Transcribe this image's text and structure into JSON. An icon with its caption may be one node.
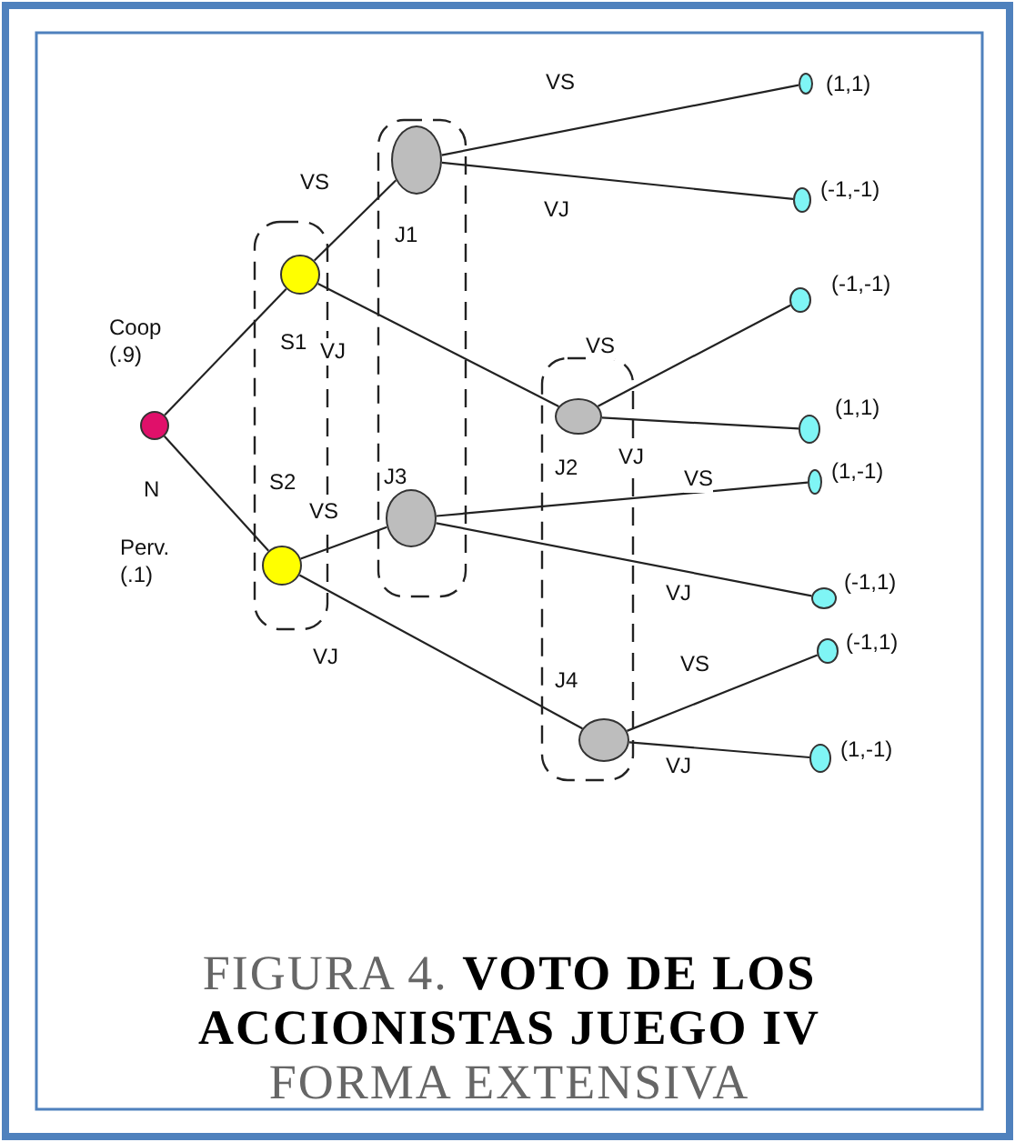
{
  "diagram": {
    "caption": "FIGURA 4. **VOTO DE LOS ACCIONISTAS JUEGO IV** FORMA EXTENSIVA",
    "nodes": [
      {
        "text": [],
        "shape": "circle",
        "beside": [
          "N"
        ]
      },
      {
        "text": [],
        "shape": "circle",
        "beside": [
          "S1"
        ]
      },
      {
        "text": [],
        "shape": "circle",
        "beside": [
          "S2"
        ]
      },
      {
        "text": [],
        "shape": "circle",
        "beside": [
          "J1"
        ]
      },
      {
        "text": [],
        "shape": "circle",
        "beside": [
          "J2"
        ]
      },
      {
        "text": [],
        "shape": "circle",
        "beside": [
          "J3"
        ]
      },
      {
        "text": [],
        "shape": "circle",
        "beside": [
          "J4"
        ]
      },
      {
        "text": [],
        "shape": "circle",
        "beside": [
          "(1,1)"
        ]
      },
      {
        "text": [],
        "shape": "circle",
        "beside": [
          "(-1,-1)"
        ]
      },
      {
        "text": [],
        "shape": "circle",
        "beside": [
          "(-1,-1)"
        ]
      },
      {
        "text": [],
        "shape": "circle",
        "beside": [
          "(1,1)"
        ]
      },
      {
        "text": [],
        "shape": "circle",
        "beside": [
          "(1,-1)"
        ]
      },
      {
        "text": [],
        "shape": "circle",
        "beside": [
          "(-1,1)"
        ]
      },
      {
        "text": [],
        "shape": "circle",
        "beside": [
          "(-1,1)"
        ]
      },
      {
        "text": [],
        "shape": "circle",
        "beside": [
          "(1,-1)"
        ]
      }
    ],
    "edges": [
      {
        "from": 0,
        "to": 1,
        "arrow": "none",
        "label": "Coop (.9)"
      },
      {
        "from": 0,
        "to": 2,
        "arrow": "none",
        "label": "Perv. (.1)"
      },
      {
        "from": 1,
        "to": 3,
        "arrow": "none",
        "label": "VS"
      },
      {
        "from": 1,
        "to": 4,
        "arrow": "none",
        "label": "VJ"
      },
      {
        "from": 2,
        "to": 5,
        "arrow": "none",
        "label": "VS"
      },
      {
        "from": 2,
        "to": 6,
        "arrow": "none",
        "label": "VJ"
      },
      {
        "from": 3,
        "to": 7,
        "arrow": "none",
        "label": "VS"
      },
      {
        "from": 3,
        "to": 8,
        "arrow": "none",
        "label": "VJ"
      },
      {
        "from": 4,
        "to": 9,
        "arrow": "none",
        "label": "VS"
      },
      {
        "from": 4,
        "to": 10,
        "arrow": "none",
        "label": "VJ"
      },
      {
        "from": 5,
        "to": 11,
        "arrow": "none",
        "label": "VS"
      },
      {
        "from": 5,
        "to": 12,
        "arrow": "none",
        "label": "VJ"
      },
      {
        "from": 6,
        "to": 13,
        "arrow": "none",
        "label": "VS"
      },
      {
        "from": 6,
        "to": 14,
        "arrow": "none",
        "label": "VJ"
      }
    ]
  }
}
